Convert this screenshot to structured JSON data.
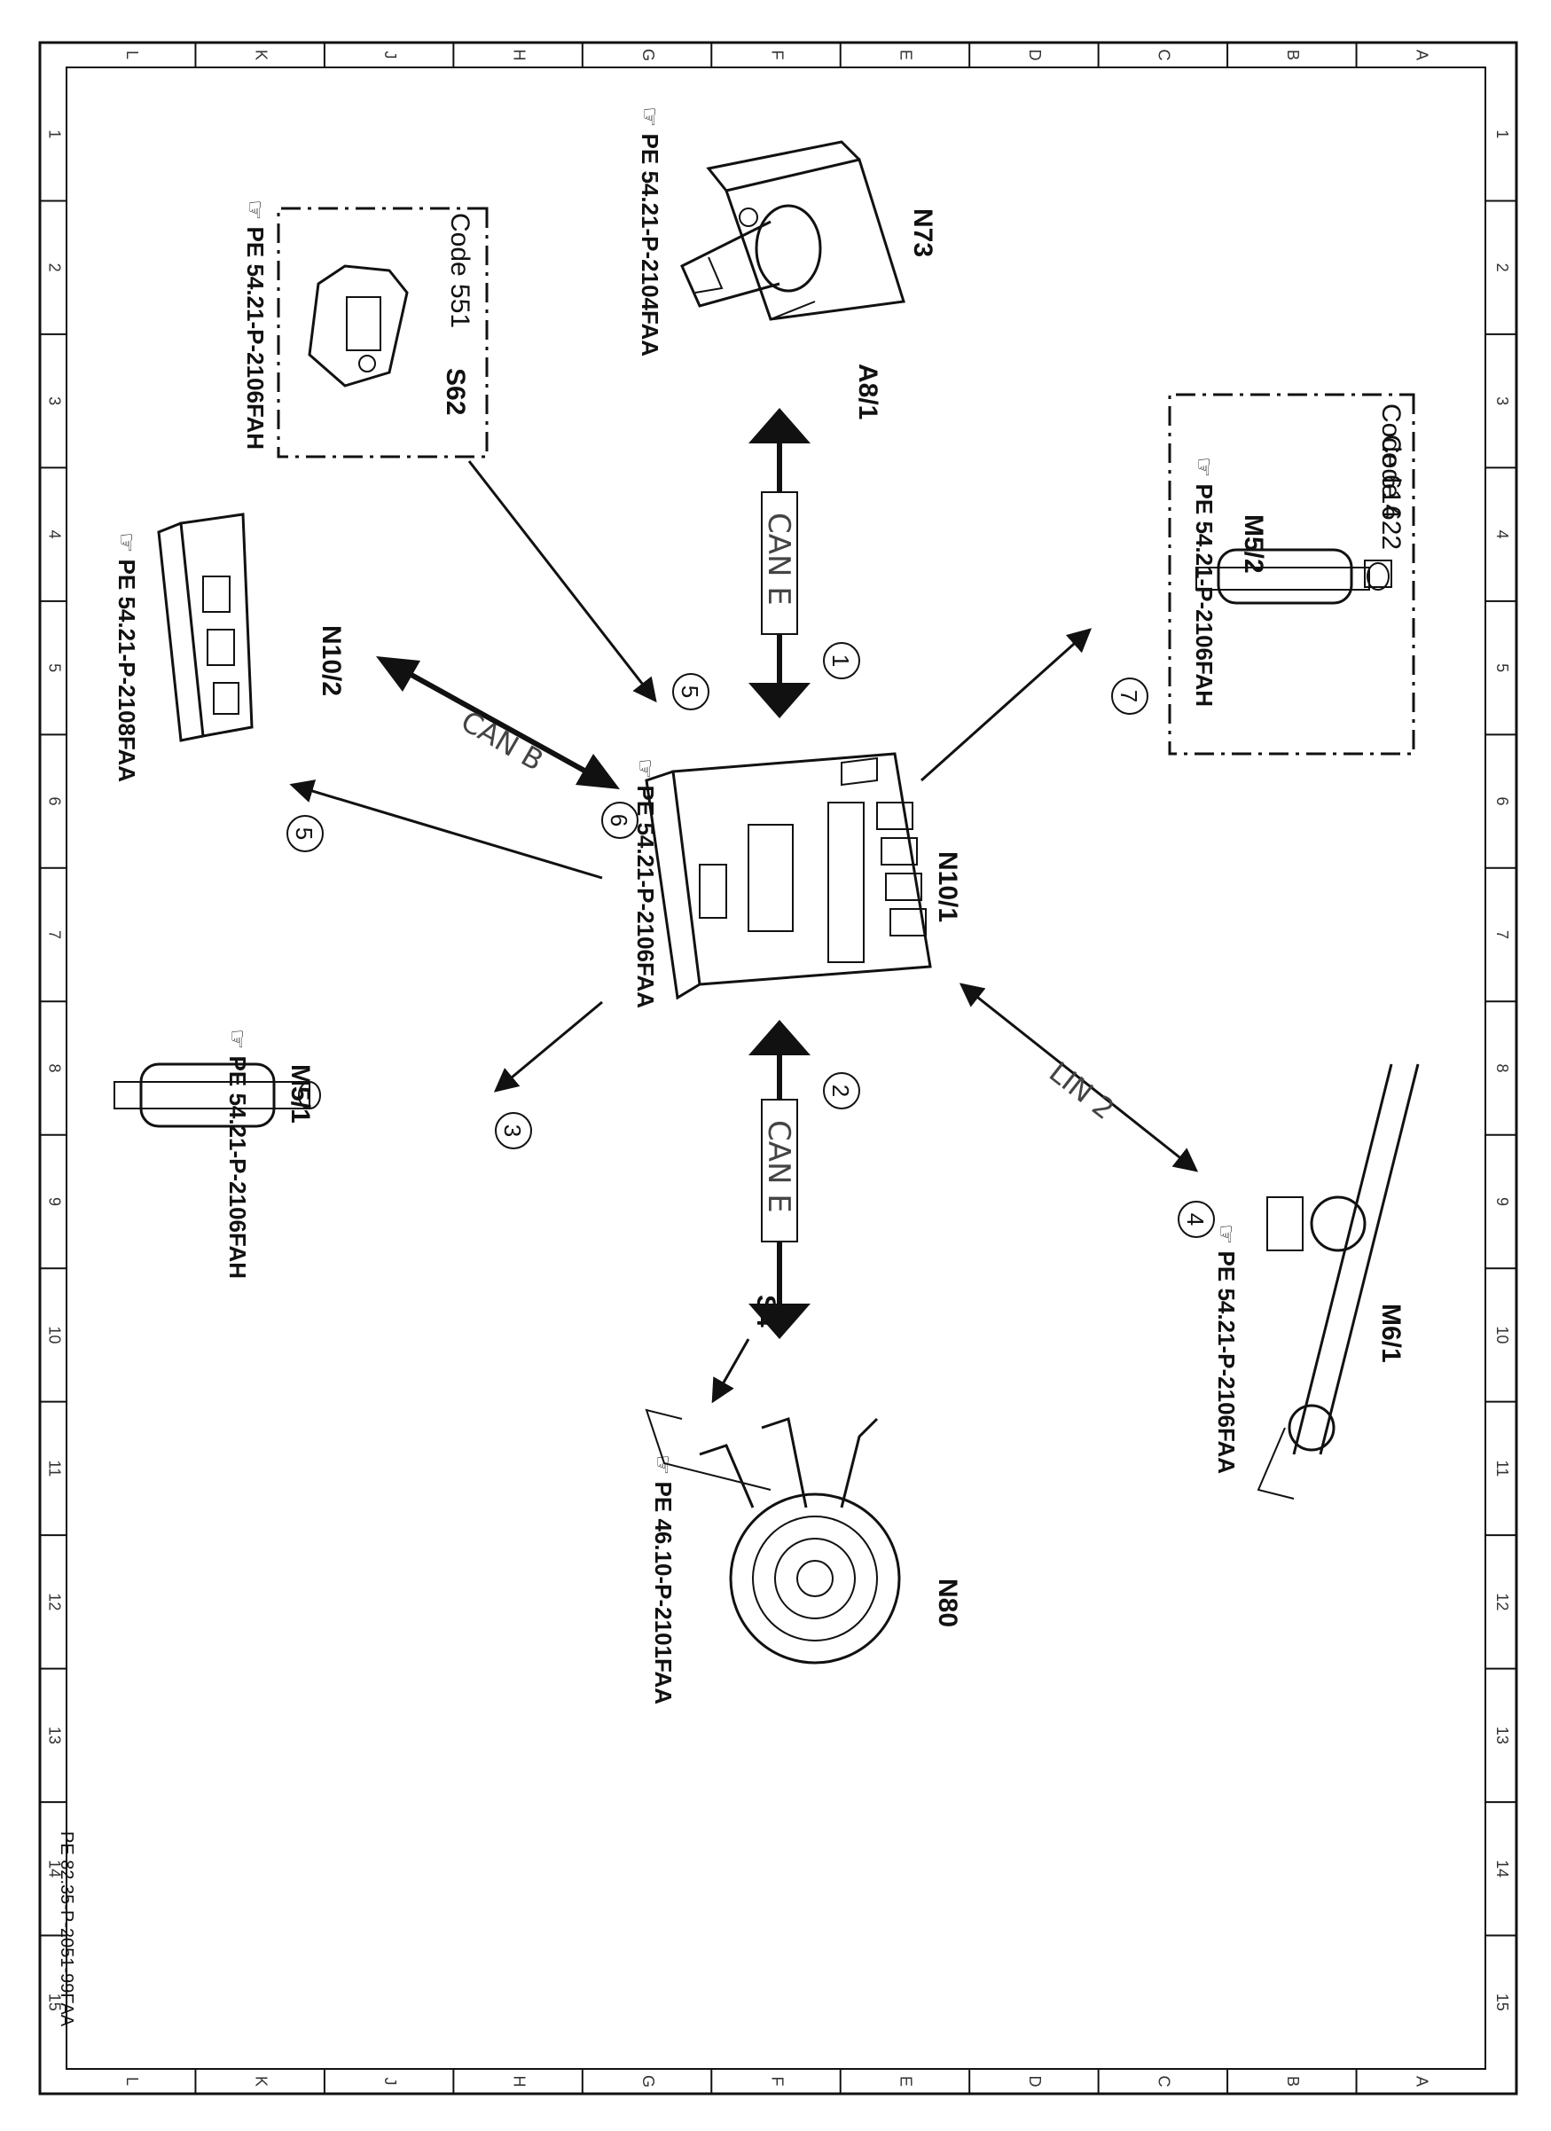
{
  "border": {
    "cols": [
      "L",
      "K",
      "J",
      "H",
      "G",
      "F",
      "E",
      "D",
      "C",
      "B",
      "A"
    ],
    "rows": [
      "1",
      "2",
      "3",
      "4",
      "5",
      "6",
      "7",
      "8",
      "9",
      "10",
      "11",
      "12",
      "13",
      "14",
      "15"
    ]
  },
  "doc_ref": "PE 82.35-P-2051-99FAA",
  "components": {
    "n73": {
      "code": "N73",
      "ref": "PE 54.21-P-2104FAA"
    },
    "a81": {
      "code": "A8/1"
    },
    "s62": {
      "code": "S62",
      "note": "Code 551",
      "ref": "PE 54.21-P-2106FAH"
    },
    "m52": {
      "code": "M5/2",
      "note1": "Code 614",
      "note2": "Code 622",
      "ref": "PE 54.21-P-2106FAH"
    },
    "n102": {
      "code": "N10/2",
      "ref": "PE 54.21-P-2108FAA"
    },
    "n101": {
      "code": "N10/1",
      "ref": "PE 54.21-P-2106FAA"
    },
    "m51": {
      "code": "M5/1",
      "ref": "PE 54.21-P-2106FAH"
    },
    "m61": {
      "code": "M6/1",
      "ref": "PE 54.21-P-2106FAA"
    },
    "n80": {
      "code": "N80",
      "ref": "PE 46.10-P-2101FAA"
    },
    "s4": {
      "code": "S4"
    }
  },
  "buses": {
    "can_e_top": "CAN E",
    "can_e_bottom": "CAN E",
    "can_b": "CAN B",
    "lin": "LIN 2"
  },
  "markers": [
    "1",
    "2",
    "3",
    "4",
    "5",
    "5",
    "6",
    "7"
  ]
}
